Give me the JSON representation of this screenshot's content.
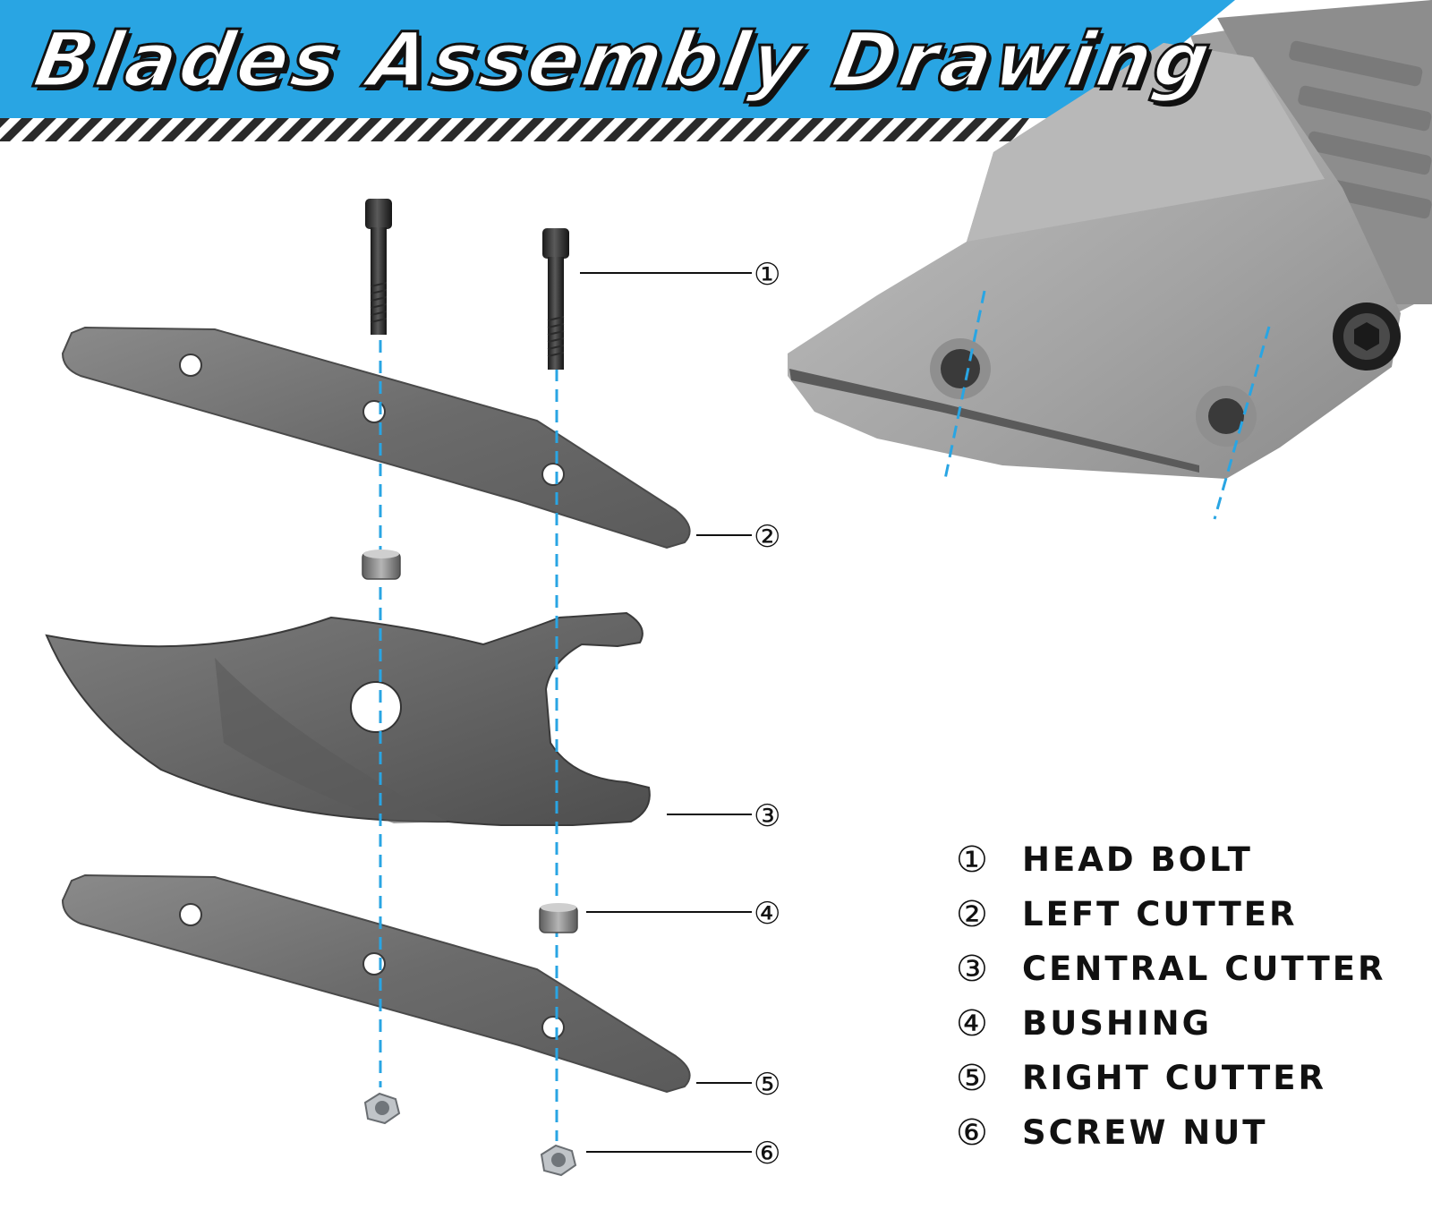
{
  "banner": {
    "title": "Blades Assembly Drawing",
    "color": "#29a5e3"
  },
  "callouts": [
    {
      "num": "①"
    },
    {
      "num": "②"
    },
    {
      "num": "③"
    },
    {
      "num": "④"
    },
    {
      "num": "⑤"
    },
    {
      "num": "⑥"
    }
  ],
  "legend": [
    {
      "num": "①",
      "label": "HEAD BOLT"
    },
    {
      "num": "②",
      "label": "LEFT CUTTER"
    },
    {
      "num": "③",
      "label": "CENTRAL CUTTER"
    },
    {
      "num": "④",
      "label": "BUSHING"
    },
    {
      "num": "⑤",
      "label": "RIGHT CUTTER"
    },
    {
      "num": "⑥",
      "label": "SCREW NUT"
    }
  ],
  "colors": {
    "accent": "#29a5e3",
    "steel": "#6e6e6e",
    "aluminum": "#a7a7a7",
    "text": "#111111"
  }
}
